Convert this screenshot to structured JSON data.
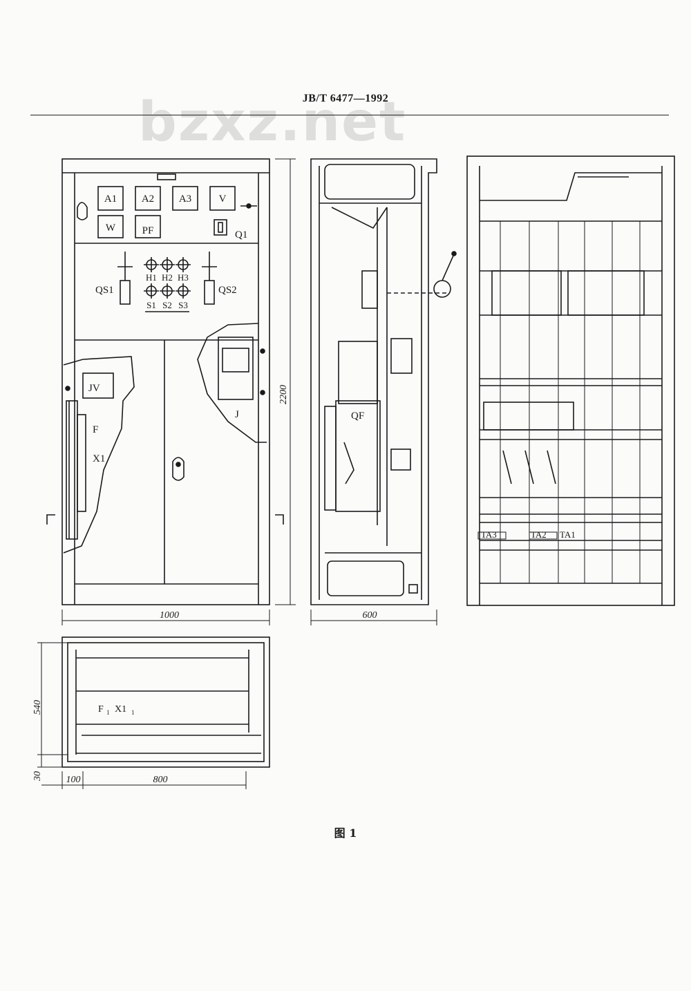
{
  "header": {
    "standard_number": "JB/T 6477—1992"
  },
  "watermark": {
    "text": "bzxz.net"
  },
  "front_view": {
    "meters_row1": [
      "A1",
      "A2",
      "A3",
      "V"
    ],
    "meters_row2": [
      "W",
      "PF"
    ],
    "switch_q1": "Q1",
    "qs_left": "QS1",
    "qs_right": "QS2",
    "lamps": [
      "H1",
      "H2",
      "H3"
    ],
    "buttons": [
      "S1",
      "S2",
      "S3"
    ],
    "relay_jv": "JV",
    "fuse_f": "F",
    "terminal_x1": "X1",
    "relay_j": "J",
    "dim_width": "1000",
    "dim_height": "2200"
  },
  "side_view": {
    "breaker": "QF",
    "dim_depth": "600"
  },
  "rear_view": {
    "current_transformers": [
      "TA3",
      "TA2",
      "TA1"
    ]
  },
  "plan_view": {
    "label_f": "F",
    "label_f_sub": "1",
    "label_x": "X1",
    "label_x_sub": "1",
    "dim_depth": "540",
    "dim_edge": "30",
    "dim_left": "100",
    "dim_width": "800"
  },
  "caption": "图 1",
  "colors": {
    "ink": "#1a1a1a",
    "paper": "#fbfbf9",
    "watermark": "#d9d9d9"
  }
}
